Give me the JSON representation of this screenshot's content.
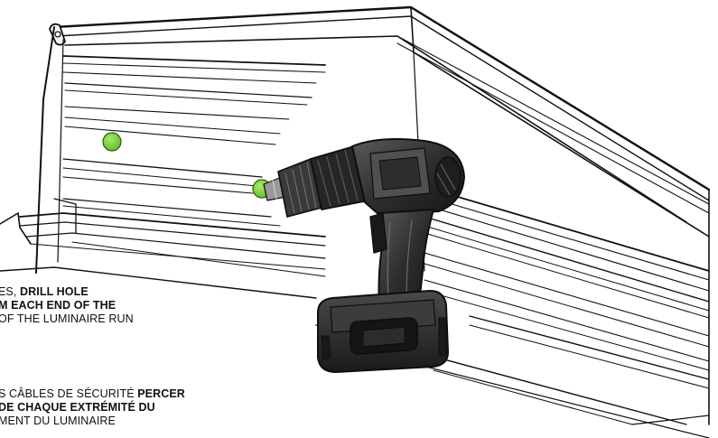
{
  "colors": {
    "marker": "#7dd13b",
    "marker_outline": "#2c5a12",
    "line": "#111111",
    "drill_body": "#2b2b2b",
    "drill_dark": "#141414",
    "drill_light": "#6a6a6a"
  },
  "instructions": {
    "english": {
      "line1_normal": "ES, ",
      "line1_bold": "DRILL HOLE",
      "line2_bold": "M EACH END OF THE",
      "line3_normal": " OF THE LUMINAIRE RUN"
    },
    "french": {
      "line1_normal": "S CÂBLES DE SÉCURITÉ ",
      "line1_bold": "PERCER",
      "line2_bold": "DE CHAQUE EXTRÉMITÉ DU",
      "line3_normal": "MENT DU LUMINAIRE"
    }
  }
}
